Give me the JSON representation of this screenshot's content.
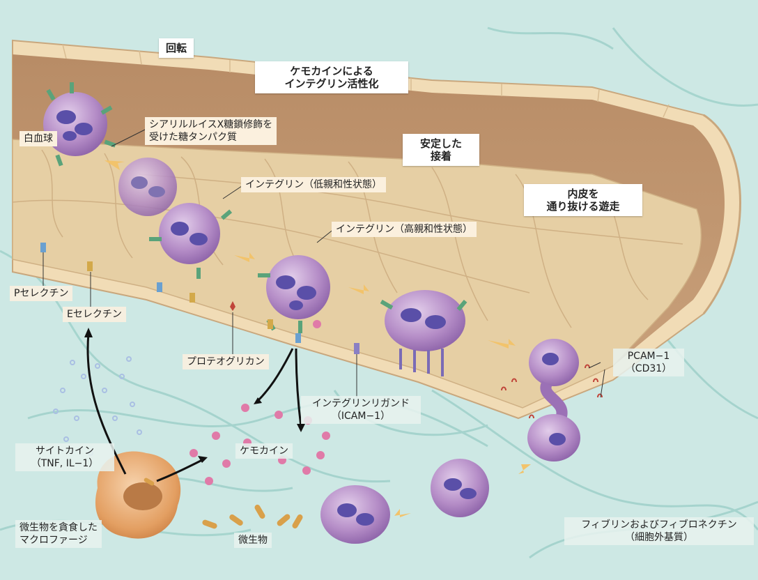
{
  "colors": {
    "background_matrix": "#cde8e4",
    "vessel_wall": "#f1dcb6",
    "vessel_lumen": "#c49a74",
    "endothelium": "#e6cfa4",
    "leukocyte": "#b38ac4",
    "leukocyte_nucleus": "#5a4fa8",
    "macrophage": "#e39f62",
    "chemokine": "#e07aa8",
    "cytokine": "#a9bfe3",
    "microbe": "#d9a04a",
    "arrow_yellow": "#f2c36b"
  },
  "stages": {
    "rolling": "回転",
    "activation_line1": "ケモカインによる",
    "activation_line2": "インテグリン活性化",
    "adhesion_line1": "安定した",
    "adhesion_line2": "接着",
    "migration_line1": "内皮を",
    "migration_line2": "通り抜ける遊走"
  },
  "labels": {
    "leukocyte": "白血球",
    "sialyl_line1": "シアリルルイスX糖鎖修飾を",
    "sialyl_line2": "受けた糖タンパク質",
    "integrin_low": "インテグリン（低親和性状態）",
    "integrin_high": "インテグリン（高親和性状態）",
    "p_selectin": "Pセレクチン",
    "e_selectin": "Eセレクチン",
    "proteoglycan": "プロテオグリカン",
    "integrin_ligand_line1": "インテグリンリガンド",
    "integrin_ligand_line2": "（ICAM−1）",
    "pcam_line1": "PCAM−1",
    "pcam_line2": "（CD31）",
    "cytokine_line1": "サイトカイン",
    "cytokine_line2": "（TNF, IL−1）",
    "chemokine": "ケモカイン",
    "macrophage_line1": "微生物を貪食した",
    "macrophage_line2": "マクロファージ",
    "microbe": "微生物",
    "fibrin_line1": "フィブリンおよびフィブロネクチン",
    "fibrin_line2": "（細胞外基質）"
  }
}
